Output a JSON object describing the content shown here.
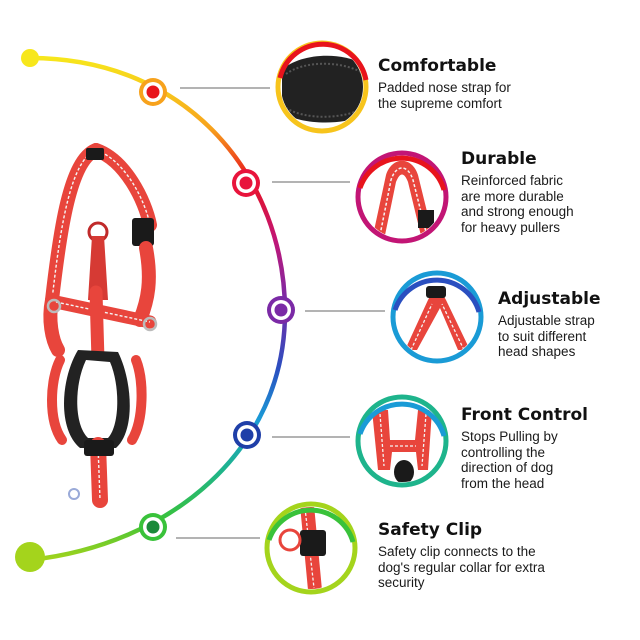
{
  "arc_colors": [
    "#f7e71c",
    "#f7a21c",
    "#e8141c",
    "#c21575",
    "#7b2aa6",
    "#2a4fc0",
    "#1a9bd6",
    "#1eb48c",
    "#39c23a",
    "#a4d41c"
  ],
  "features": [
    {
      "title": "Comfortable",
      "description": "Padded nose strap for\nthe supreme comfort",
      "color": "#f7a21c",
      "ring": [
        "#f7c41c",
        "#e8141c"
      ],
      "icon": "padded-nose-strap-icon"
    },
    {
      "title": "Durable",
      "description": "Reinforced fabric\nare more durable\nand strong enough\nfor heavy pullers",
      "color": "#e8143c",
      "ring": [
        "#e8141c",
        "#c21575"
      ],
      "icon": "reflective-strap-icon"
    },
    {
      "title": "Adjustable",
      "description": "Adjustable strap\nto suit different\nhead shapes",
      "color": "#7b2aa6",
      "ring": [
        "#7b2aa6",
        "#1a9bd6"
      ],
      "icon": "adjustable-strap-icon"
    },
    {
      "title": "Front Control",
      "description": "Stops Pulling by\ncontrolling the\ndirection of dog\nfrom the head",
      "color": "#2a4fc0",
      "ring": [
        "#1a9bd6",
        "#1eb48c"
      ],
      "icon": "front-control-harness-icon"
    },
    {
      "title": "Safety Clip",
      "description": "Safety clip connects to the\ndog's regular collar for extra\nsecurity",
      "color": "#39c23a",
      "ring": [
        "#39c23a",
        "#a4d41c"
      ],
      "icon": "safety-clip-icon"
    }
  ],
  "product": {
    "strap_color": "#e8453c",
    "padding_color": "#222222",
    "stitch_color": "#f4f4f4",
    "icon": "dog-head-collar-icon"
  }
}
